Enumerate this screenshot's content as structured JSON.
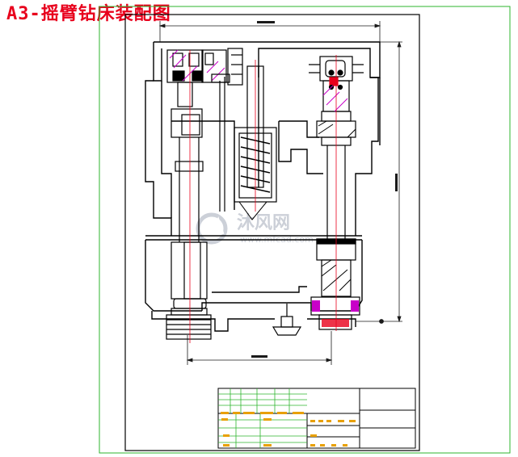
{
  "title": "A3-摇臂钻床装配图",
  "watermark": {
    "text": "沐风网",
    "url": "www.mfcad.com"
  },
  "colors": {
    "title": "#e8001c",
    "frame_border": "#2db52d",
    "line": "#000000",
    "centerline": "#e8001c",
    "section": "#c800c8",
    "dimension": "#1a1a1a",
    "watermark": "#c7cbd4"
  }
}
